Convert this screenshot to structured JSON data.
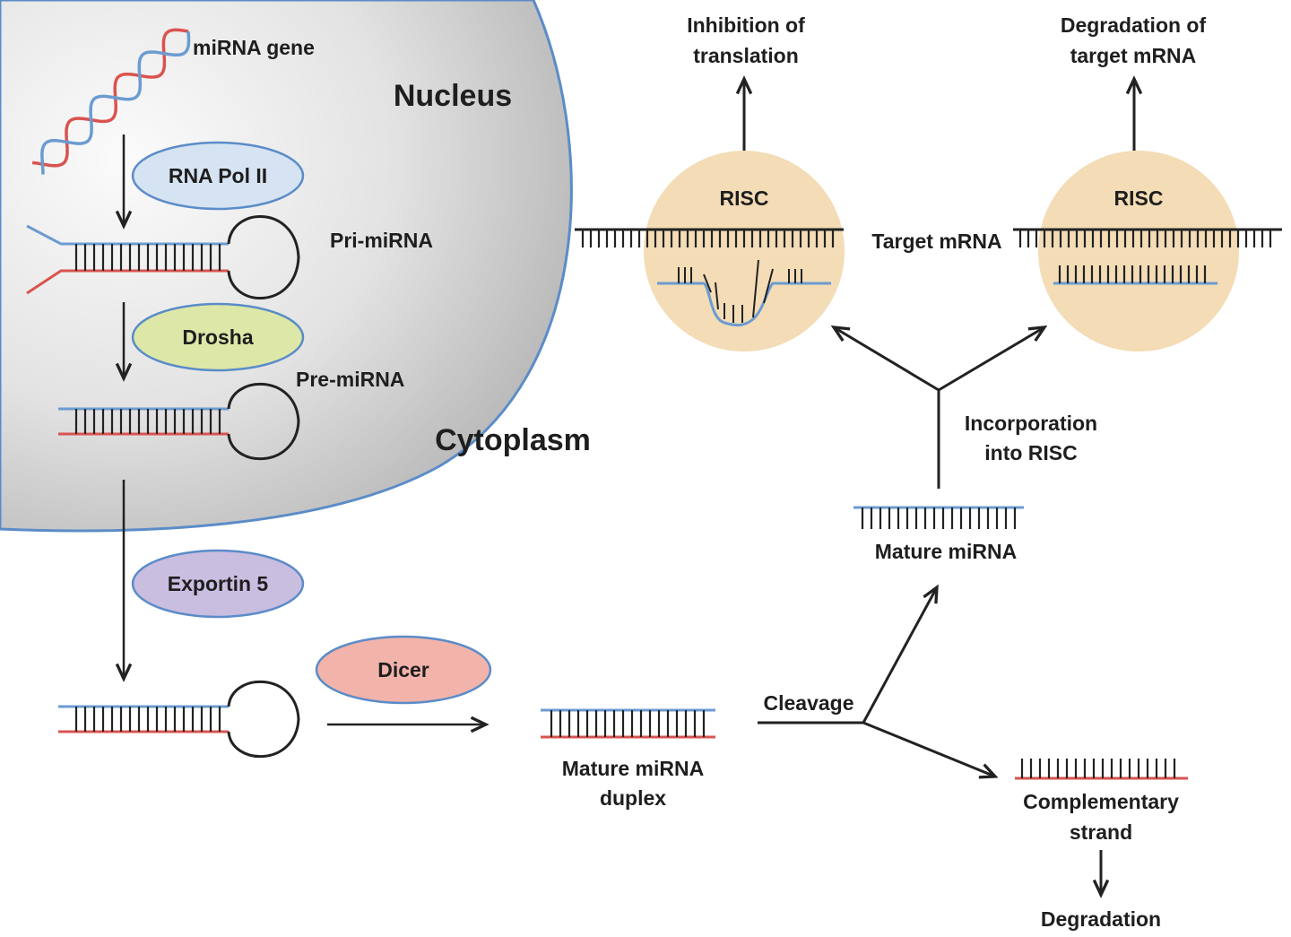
{
  "compartments": {
    "nucleus": "Nucleus",
    "cytoplasm": "Cytoplasm"
  },
  "enzymes": {
    "rna_pol_ii": "RNA Pol II",
    "drosha": "Drosha",
    "exportin_5": "Exportin 5",
    "dicer": "Dicer"
  },
  "molecules": {
    "mirna_gene": "miRNA gene",
    "pri_mirna": "Pri-miRNA",
    "pre_mirna": "Pre-miRNA",
    "duplex_line1": "Mature miRNA",
    "duplex_line2": "duplex",
    "mature_mirna": "Mature miRNA",
    "target_mrna": "Target mRNA",
    "complementary_line1": "Complementary",
    "complementary_line2": "strand"
  },
  "processes": {
    "cleavage": "Cleavage",
    "incorporation_line1": "Incorporation",
    "incorporation_line2": "into RISC",
    "degradation": "Degradation"
  },
  "risc": {
    "left_label": "RISC",
    "right_label": "RISC"
  },
  "outcomes": {
    "inhibition_line1": "Inhibition of",
    "inhibition_line2": "translation",
    "degradation_line1": "Degradation of",
    "degradation_line2": "target mRNA"
  },
  "colors": {
    "strand_blue": "#6b9bd1",
    "strand_red": "#d9534f",
    "rna_pol_fill": "#d6e3f2",
    "drosha_fill": "#dde8a8",
    "exportin_fill": "#c9bde0",
    "dicer_fill": "#f2b3aa",
    "risc_fill": "#f3dcb6",
    "nucleus_edge": "#5b8cc8"
  }
}
